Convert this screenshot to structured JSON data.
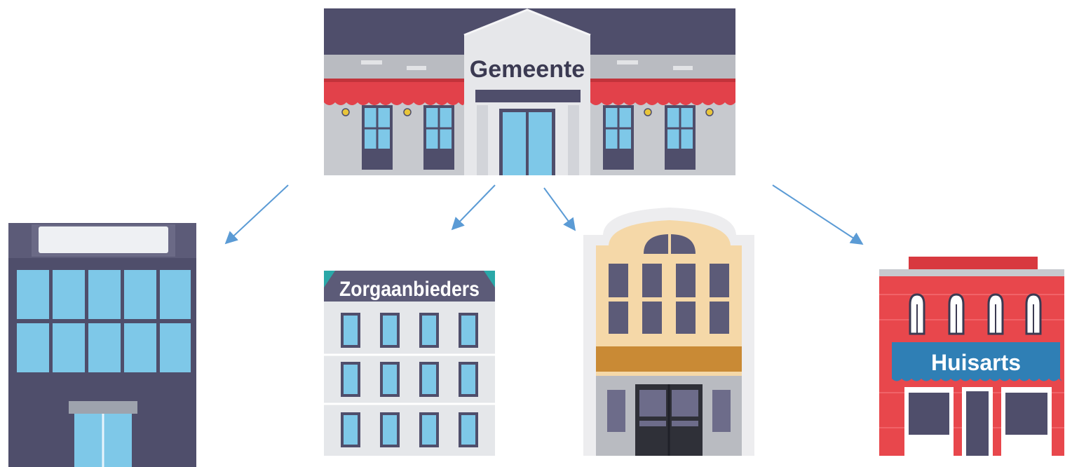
{
  "municipality": {
    "label": "Gemeente"
  },
  "providers": [
    {
      "id": "office-building",
      "label": ""
    },
    {
      "id": "care-providers",
      "label": "Zorgaanbieders"
    },
    {
      "id": "shop-building",
      "label": ""
    },
    {
      "id": "general-practitioner",
      "label": "Huisarts"
    }
  ],
  "colors": {
    "arrow": "#5b9bd5",
    "dark_slate": "#4f4e6b",
    "awning_red": "#e2414a",
    "window_blue": "#7ec8e8",
    "stone_grey": "#c7c9ce",
    "teal": "#2aa8a8",
    "cream": "#f5d8a8",
    "ochre": "#c98a35",
    "brick_red": "#e8474c",
    "banner_blue": "#2f7fb5"
  }
}
